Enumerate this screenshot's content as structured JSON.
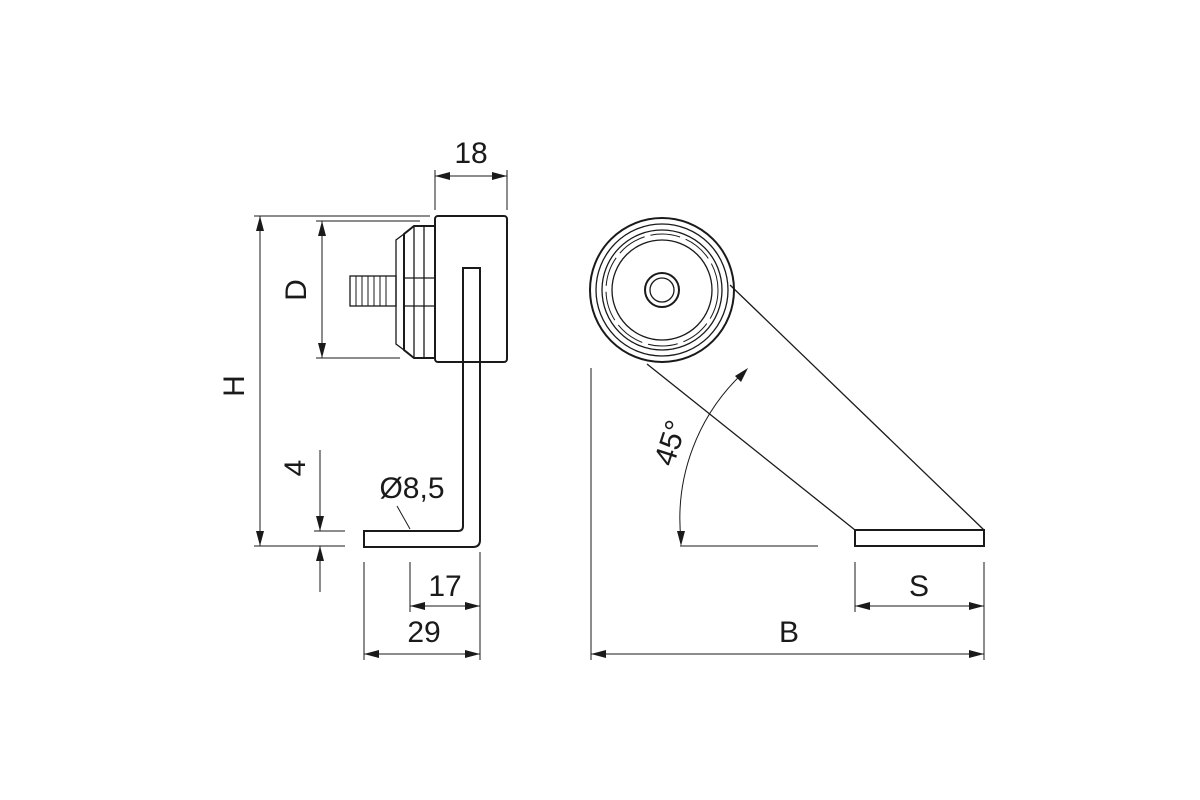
{
  "dimensions": {
    "side_width": "18",
    "height": "H",
    "diameter": "D",
    "plate_thickness": "4",
    "hole_diameter": "Ø8,5",
    "hole_offset": "17",
    "plate_length": "29",
    "angle": "45°",
    "foot_length": "S",
    "total_width": "B"
  }
}
